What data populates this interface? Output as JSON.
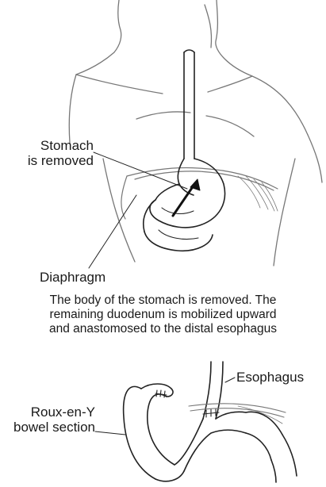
{
  "figure1": {
    "label_stomach": [
      "Stomach",
      "is removed"
    ],
    "label_diaphragm": "Diaphragm"
  },
  "caption": [
    "The body of the stomach is removed. The",
    "remaining duodenum is mobilized upward",
    "and anastomosed to the distal esophagus"
  ],
  "figure2": {
    "label_esophagus": "Esophagus",
    "label_roux": [
      "Roux-en-Y",
      "bowel section"
    ]
  }
}
